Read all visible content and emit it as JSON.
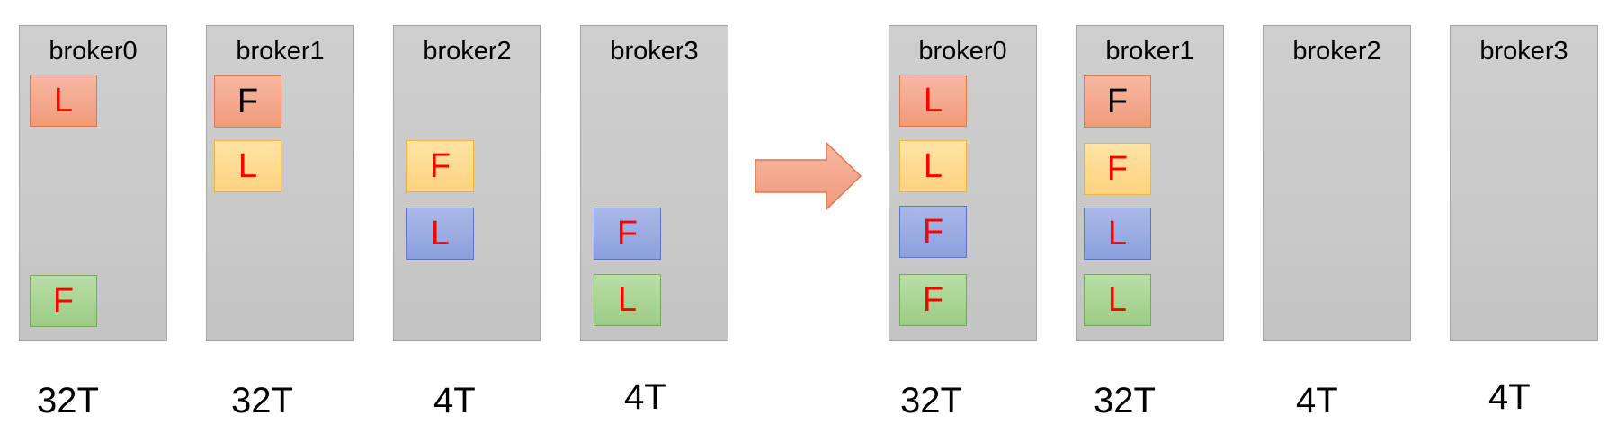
{
  "colors": {
    "label_red": "#ff0000",
    "label_black": "#000000",
    "partition_red": "#f4a78a",
    "partition_yellow": "#fed88f",
    "partition_blue": "#98a9e0",
    "partition_green": "#a8d48f",
    "arrow": "#f4a78a"
  },
  "before": {
    "brokers": [
      {
        "name": "broker0",
        "capacity": "32T",
        "replicas": [
          {
            "role": "L",
            "color": "red",
            "label_color": "red"
          },
          {
            "role": "F",
            "color": "green",
            "label_color": "red"
          }
        ]
      },
      {
        "name": "broker1",
        "capacity": "32T",
        "replicas": [
          {
            "role": "F",
            "color": "red",
            "label_color": "black"
          },
          {
            "role": "L",
            "color": "yellow",
            "label_color": "red"
          }
        ]
      },
      {
        "name": "broker2",
        "capacity": "4T",
        "replicas": [
          {
            "role": "F",
            "color": "yellow",
            "label_color": "red"
          },
          {
            "role": "L",
            "color": "blue",
            "label_color": "red"
          }
        ]
      },
      {
        "name": "broker3",
        "capacity": "4T",
        "replicas": [
          {
            "role": "F",
            "color": "blue",
            "label_color": "red"
          },
          {
            "role": "L",
            "color": "green",
            "label_color": "red"
          }
        ]
      }
    ]
  },
  "arrow_icon": "right-arrow-icon",
  "after": {
    "brokers": [
      {
        "name": "broker0",
        "capacity": "32T",
        "replicas": [
          {
            "role": "L",
            "color": "red",
            "label_color": "red"
          },
          {
            "role": "L",
            "color": "yellow",
            "label_color": "red"
          },
          {
            "role": "F",
            "color": "blue",
            "label_color": "red"
          },
          {
            "role": "F",
            "color": "green",
            "label_color": "red"
          }
        ]
      },
      {
        "name": "broker1",
        "capacity": "32T",
        "replicas": [
          {
            "role": "F",
            "color": "red",
            "label_color": "black"
          },
          {
            "role": "F",
            "color": "yellow",
            "label_color": "red"
          },
          {
            "role": "L",
            "color": "blue",
            "label_color": "red"
          },
          {
            "role": "L",
            "color": "green",
            "label_color": "red"
          }
        ]
      },
      {
        "name": "broker2",
        "capacity": "4T",
        "replicas": []
      },
      {
        "name": "broker3",
        "capacity": "4T",
        "replicas": []
      }
    ]
  }
}
